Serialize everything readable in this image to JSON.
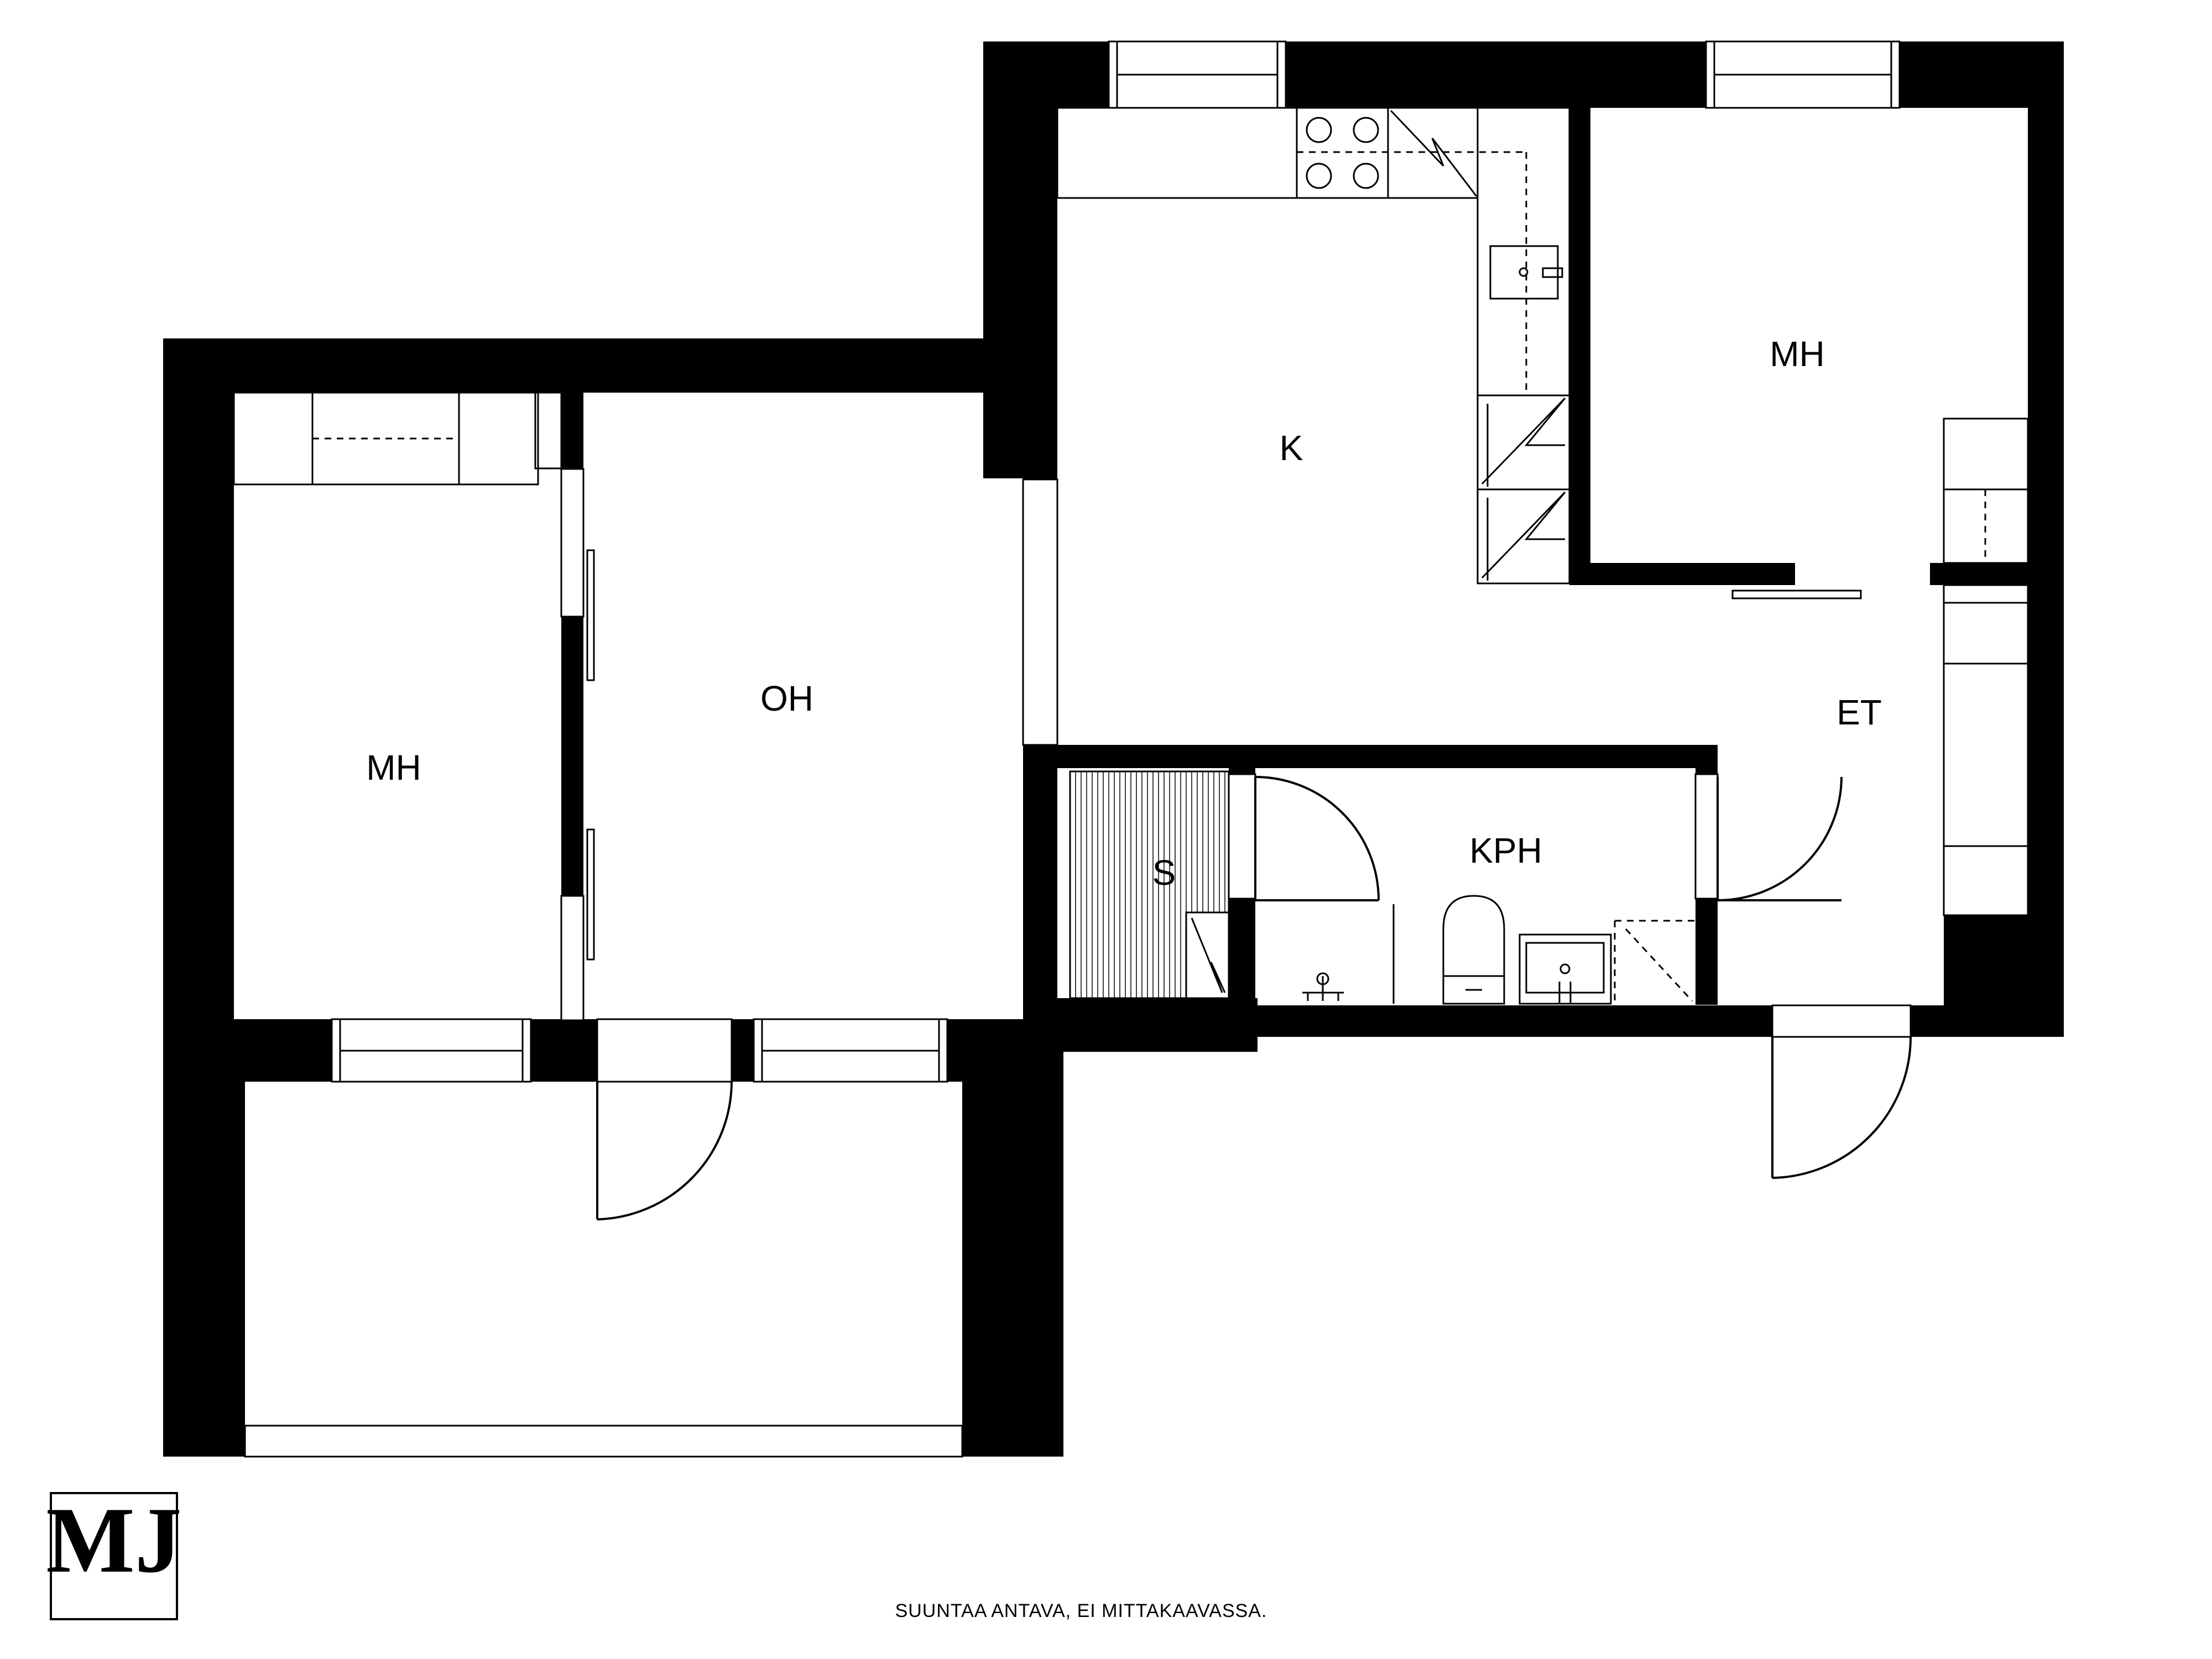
{
  "rooms": {
    "kitchen": "K",
    "bedroom_right": "MH",
    "bedroom_left": "MH",
    "living_room": "OH",
    "entrance": "ET",
    "bathroom": "KPH",
    "sauna": "S"
  },
  "disclaimer": "SUUNTAA ANTAVA, EI MITTAKAAVASSA.",
  "logo": {
    "text": "MJ"
  },
  "colors": {
    "wall": "#000000",
    "background": "#ffffff",
    "fixture_stroke": "#000000"
  }
}
